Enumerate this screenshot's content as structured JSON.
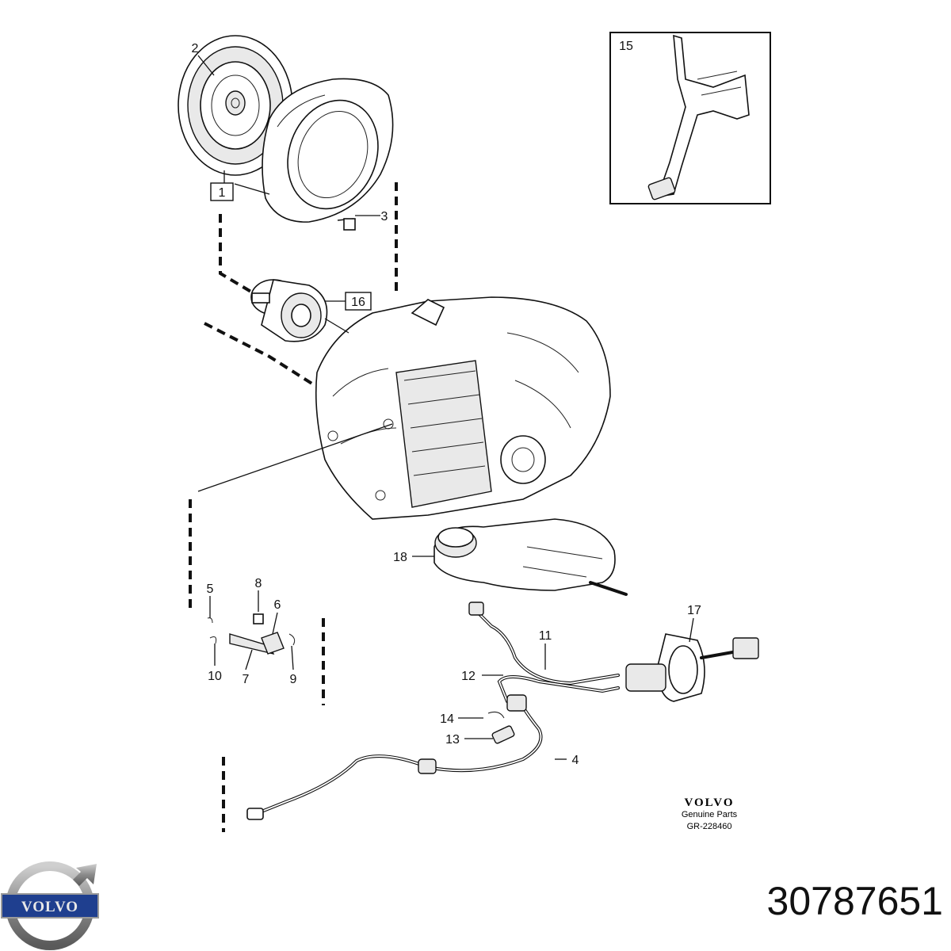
{
  "diagram": {
    "callouts": [
      {
        "id": "1",
        "label": "1",
        "boxed": true
      },
      {
        "id": "2",
        "label": "2",
        "boxed": false
      },
      {
        "id": "3",
        "label": "3",
        "boxed": false
      },
      {
        "id": "4",
        "label": "4",
        "boxed": false
      },
      {
        "id": "5",
        "label": "5",
        "boxed": false
      },
      {
        "id": "6",
        "label": "6",
        "boxed": false
      },
      {
        "id": "7",
        "label": "7",
        "boxed": false
      },
      {
        "id": "8",
        "label": "8",
        "boxed": false
      },
      {
        "id": "9",
        "label": "9",
        "boxed": false
      },
      {
        "id": "10",
        "label": "10",
        "boxed": false
      },
      {
        "id": "11",
        "label": "11",
        "boxed": false
      },
      {
        "id": "12",
        "label": "12",
        "boxed": false
      },
      {
        "id": "13",
        "label": "13",
        "boxed": false
      },
      {
        "id": "14",
        "label": "14",
        "boxed": false
      },
      {
        "id": "15",
        "label": "15",
        "boxed": false
      },
      {
        "id": "16",
        "label": "16",
        "boxed": true
      },
      {
        "id": "17",
        "label": "17",
        "boxed": false
      },
      {
        "id": "18",
        "label": "18",
        "boxed": false
      }
    ],
    "caption": {
      "brand": "VOLVO",
      "subtitle": "Genuine Parts",
      "code": "GR-228460"
    }
  },
  "logo": {
    "word": "VOLVO",
    "icon": "volvo-iron-mark-icon",
    "color": "#7d7d7d",
    "band_color": "#1f3f8f"
  },
  "part_number": "30787651"
}
